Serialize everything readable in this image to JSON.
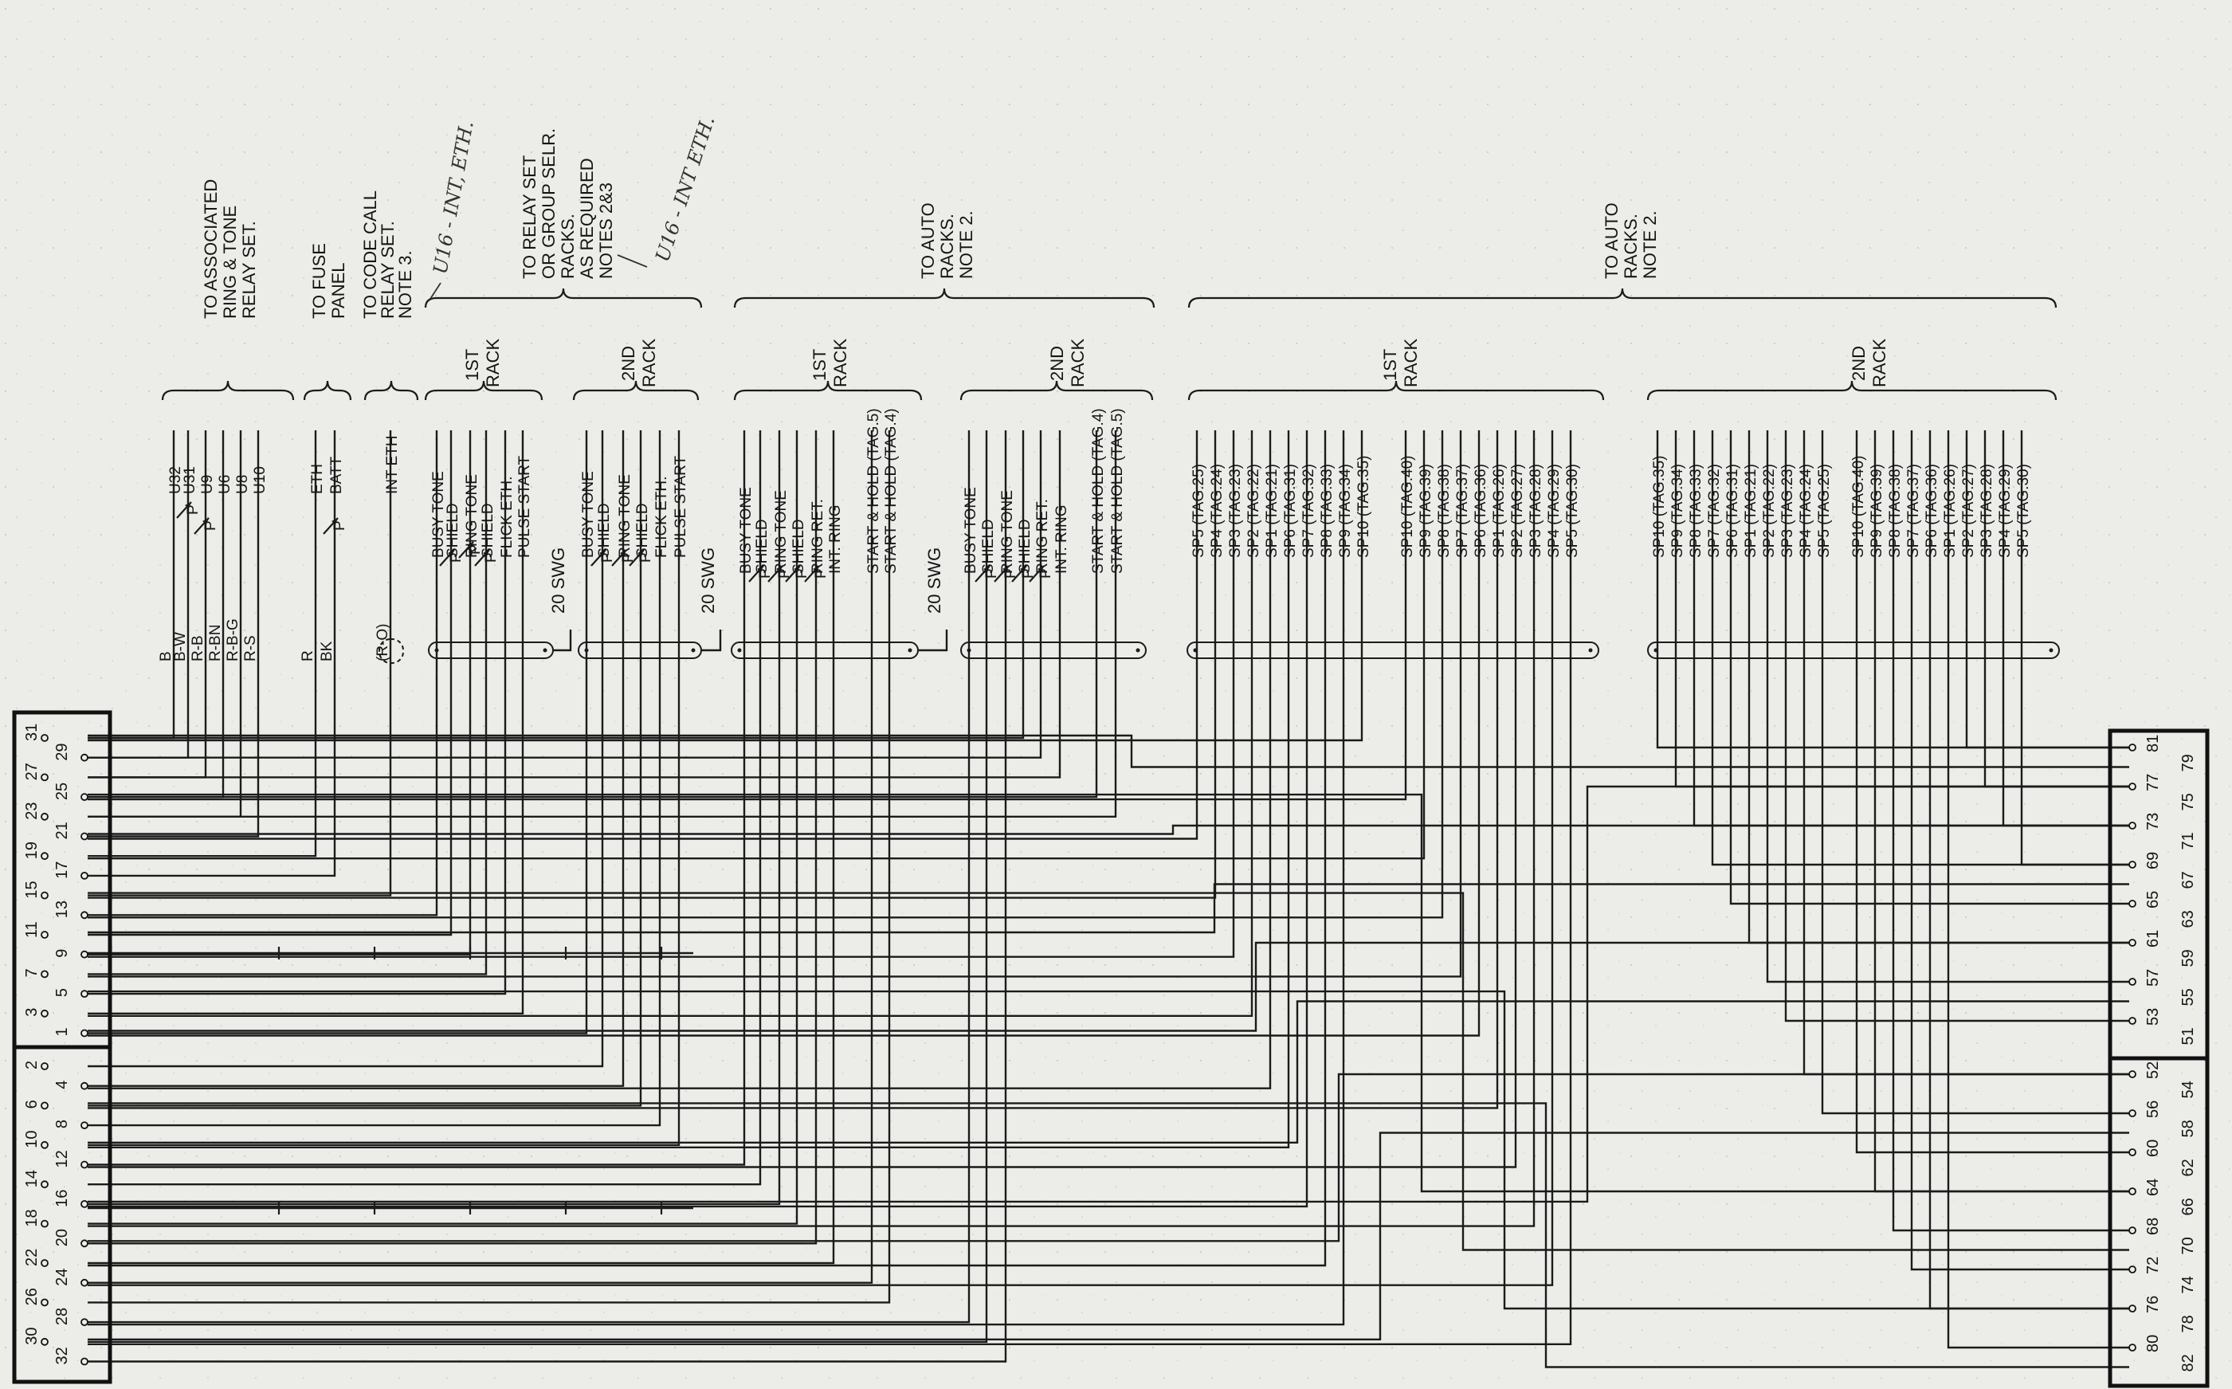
{
  "handwritten": {
    "note_a": "U16 - INT, ETH.",
    "note_b": "U16 - INT ETH."
  },
  "groups": {
    "assoc": [
      "TO ASSOCIATED",
      "RING & TONE",
      "RELAY SET."
    ],
    "fuse": [
      "TO FUSE",
      "PANEL"
    ],
    "code_call": [
      "TO CODE CALL",
      "RELAY SET.",
      "NOTE 3."
    ],
    "relay_set": [
      "TO RELAY SET",
      "OR GROUP SELR.",
      "RACKS.",
      "AS REQUIRED",
      "NOTES 2&3"
    ],
    "auto_a": [
      "TO AUTO",
      "RACKS.",
      "NOTE 2."
    ],
    "auto_b": [
      "TO AUTO",
      "RACKS.",
      "NOTE 2."
    ]
  },
  "racks": {
    "r1a": [
      "1ST",
      "RACK"
    ],
    "r2a": [
      "2ND",
      "RACK"
    ],
    "r1b": [
      "1ST",
      "RACK"
    ],
    "r2b": [
      "2ND",
      "RACK"
    ],
    "r1c": [
      "1ST",
      "RACK"
    ],
    "r2c": [
      "2ND",
      "RACK"
    ]
  },
  "wire_labels": {
    "assoc": [
      "U32",
      "U31",
      "U9",
      "U6",
      "U8",
      "U10"
    ],
    "assoc_colors": [
      "B",
      "B-W",
      "R-B",
      "R-BN",
      "R-B-G",
      "R-S"
    ],
    "fuse": [
      "ETH",
      "BATT"
    ],
    "fuse_colors": [
      "R",
      "BK"
    ],
    "code": [
      "INT ETH"
    ],
    "code_color": [
      "(R-O)"
    ],
    "relay1": [
      "BUSY TONE",
      "SHIELD",
      "RING TONE",
      "SHIELD",
      "FLICK ETH.",
      "PULSE START"
    ],
    "relay2": [
      "BUSY TONE",
      "SHIELD",
      "RING TONE",
      "SHIELD",
      "FLICK ETH.",
      "PULSE START"
    ],
    "auto1": [
      "BUSY TONE",
      "SHIELD",
      "RING TONE",
      "SHIELD",
      "RING RET.",
      "INT. RING",
      "START & HOLD (TAG.5)",
      "START & HOLD (TAG.4)"
    ],
    "auto2": [
      "BUSY TONE",
      "SHIELD",
      "RING TONE",
      "SHIELD",
      "RING RET.",
      "INT. RING",
      "START & HOLD (TAG.4)",
      "START & HOLD (TAG.5)"
    ],
    "sp1": [
      "SP5  (TAG.25)",
      "SP4  (TAG.24)",
      "SP3  (TAG.23)",
      "SP2  (TAG.22)",
      "SP1  (TAG.21)",
      "SP6  (TAG.31)",
      "SP7  (TAG.32)",
      "SP8  (TAG.33)",
      "SP9  (TAG.34)",
      "SP10  (TAG.35)"
    ],
    "sp2": [
      "SP10  (TAG.40)",
      "SP9  (TAG.39)",
      "SP8  (TAG.38)",
      "SP7  (TAG.37)",
      "SP6  (TAG.36)",
      "SP1  (TAG.26)",
      "SP2  (TAG.27)",
      "SP3  (TAG.28)",
      "SP4  (TAG.29)",
      "SP5  (TAG.30)"
    ],
    "sp3": [
      "SP10  (TAG.35)",
      "SP9  (TAG.34)",
      "SP8  (TAG.33)",
      "SP7  (TAG.32)",
      "SP6  (TAG.31)",
      "SP1  (TAG.21)",
      "SP2  (TAG.22)",
      "SP3  (TAG.23)",
      "SP4  (TAG.24)",
      "SP5  (TAG.25)"
    ],
    "sp4": [
      "SP10  (TAG.40)",
      "SP9  (TAG.39)",
      "SP8  (TAG.38)",
      "SP7  (TAG.37)",
      "SP6  (TAG.36)",
      "SP1  (TAG.26)",
      "SP2  (TAG.27)",
      "SP3  (TAG.28)",
      "SP4  (TAG.29)",
      "SP5  (TAG.30)"
    ]
  },
  "swg": [
    "20 SWG",
    "20 SWG",
    "20 SWG"
  ],
  "shield_mark": "P",
  "left_block": {
    "outer_top": [
      "31",
      "27",
      "23",
      "19",
      "15",
      "11",
      "7",
      "3"
    ],
    "inner_top": [
      "29",
      "25",
      "21",
      "17",
      "13",
      "9",
      "5",
      "1"
    ],
    "outer_bottom": [
      "2",
      "6",
      "10",
      "14",
      "18",
      "22",
      "26",
      "30"
    ],
    "inner_bottom": [
      "4",
      "8",
      "12",
      "16",
      "20",
      "24",
      "28",
      "32"
    ]
  },
  "right_block": {
    "inner_top": [
      "81",
      "77",
      "73",
      "69",
      "65",
      "61",
      "57",
      "53"
    ],
    "outer_top": [
      "79",
      "75",
      "71",
      "67",
      "63",
      "59",
      "55",
      "51"
    ],
    "inner_bottom": [
      "52",
      "56",
      "60",
      "64",
      "68",
      "72",
      "76",
      "80"
    ],
    "outer_bottom": [
      "54",
      "58",
      "62",
      "66",
      "70",
      "74",
      "78",
      "82"
    ]
  }
}
